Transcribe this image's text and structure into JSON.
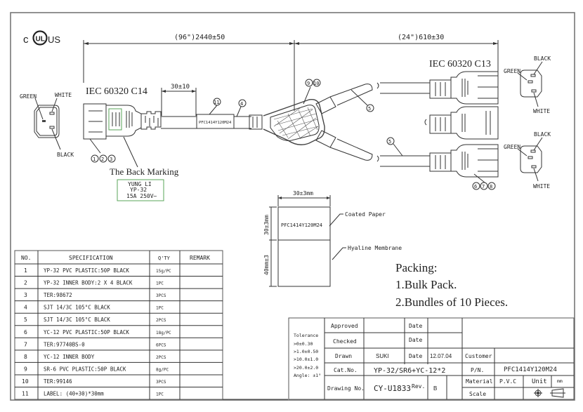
{
  "logo": {
    "prefix": "c",
    "mark": "UL",
    "suffix": "US"
  },
  "dimensions": {
    "main_length": "(96\")2440±50",
    "branch_length": "(24\")610±30",
    "label_offset": "30±10",
    "label_width": "30±3mm",
    "label_top_height": "30±3mm",
    "label_bottom_height": "40mm±3"
  },
  "connectors": {
    "c14_title": "IEC 60320 C14",
    "c13_title": "IEC 60320 C13",
    "c14_pins": {
      "green": "GREEN",
      "white": "WHITE",
      "black": "BLACK"
    },
    "c13_top_pins": {
      "black": "BLACK",
      "green": "GREEN",
      "white": "WHITE"
    },
    "c13_bottom_pins": {
      "black": "BLACK",
      "green": "GREEN",
      "white": "WHITE"
    }
  },
  "callouts": {
    "c14_parts": [
      "1",
      "2",
      "3"
    ],
    "label": "11",
    "main_cable": "4",
    "splitter": [
      "9",
      "10"
    ],
    "branch_cable_top": "5",
    "branch_cable_bottom": "5",
    "c13_parts": [
      "6",
      "7",
      "8"
    ]
  },
  "cable_label_text": "PFC1414Y120M24",
  "back_marking": {
    "title": "The Back Marking",
    "lines": [
      "YUNG LI",
      "YP-32",
      "15A 250V~"
    ]
  },
  "label_detail": {
    "text": "PFC1414Y120M24",
    "top_material": "Coated Paper",
    "bottom_material": "Hyaline Membrane"
  },
  "packing": {
    "title": "Packing:",
    "items": [
      "1.Bulk Pack.",
      "2.Bundles of 10 Pieces."
    ]
  },
  "bom": {
    "headers": [
      "NO.",
      "SPECIFICATION",
      "Q'TY",
      "REMARK"
    ],
    "rows": [
      {
        "no": "1",
        "spec": "YP-32 PVC PLASTIC:50P BLACK",
        "qty": "15g/PC",
        "remark": ""
      },
      {
        "no": "2",
        "spec": "YP-32 INNER BODY:2 X 4 BLACK",
        "qty": "1PC",
        "remark": ""
      },
      {
        "no": "3",
        "spec": "TER:98672",
        "qty": "3PCS",
        "remark": ""
      },
      {
        "no": "4",
        "spec": "SJT 14/3C 105°C BLACK",
        "qty": "1PC",
        "remark": ""
      },
      {
        "no": "5",
        "spec": "SJT 14/3C 105°C BLACK",
        "qty": "2PCS",
        "remark": ""
      },
      {
        "no": "6",
        "spec": "YC-12 PVC PLASTIC:50P BLACK",
        "qty": "18g/PC",
        "remark": ""
      },
      {
        "no": "7",
        "spec": "TER:97740BS-0",
        "qty": "6PCS",
        "remark": ""
      },
      {
        "no": "8",
        "spec": "YC-12 INNER BODY",
        "qty": "2PCS",
        "remark": ""
      },
      {
        "no": "9",
        "spec": "SR-6 PVC PLASTIC:50P BLACK",
        "qty": "8g/PC",
        "remark": ""
      },
      {
        "no": "10",
        "spec": "TER:99146",
        "qty": "3PCS",
        "remark": ""
      },
      {
        "no": "11",
        "spec": "LABEL: (40+30)*30mm",
        "qty": "1PC",
        "remark": ""
      }
    ]
  },
  "title_block": {
    "tolerance": [
      "Tolerance",
      ">0±0.30",
      ">1.0±0.50",
      ">10.0±1.0",
      ">20.0±2.0",
      "Angle: ±1°"
    ],
    "approved_label": "Approved",
    "approved_value": "",
    "checked_label": "Checked",
    "checked_value": "",
    "drawn_label": "Drawn",
    "drawn_value": "SUKI",
    "date_label": "Date",
    "approved_date": "",
    "checked_date": "",
    "drawn_date": "12.07.04",
    "cat_label": "Cat.No.",
    "cat_value": "YP-32/SR6+YC-12*2",
    "drawing_label": "Drawing No.",
    "drawing_value": "CY-U1833",
    "rev_label": "Rev.",
    "rev_value": "B",
    "customer_label": "Customer",
    "customer_value": "",
    "pn_label": "P/N.",
    "pn_value": "PFC1414Y120M24",
    "material_label": "Material",
    "material_value": "P.V.C",
    "unit_label": "Unit",
    "unit_value": "mm",
    "scale_label": "Scale",
    "scale_value": ""
  }
}
